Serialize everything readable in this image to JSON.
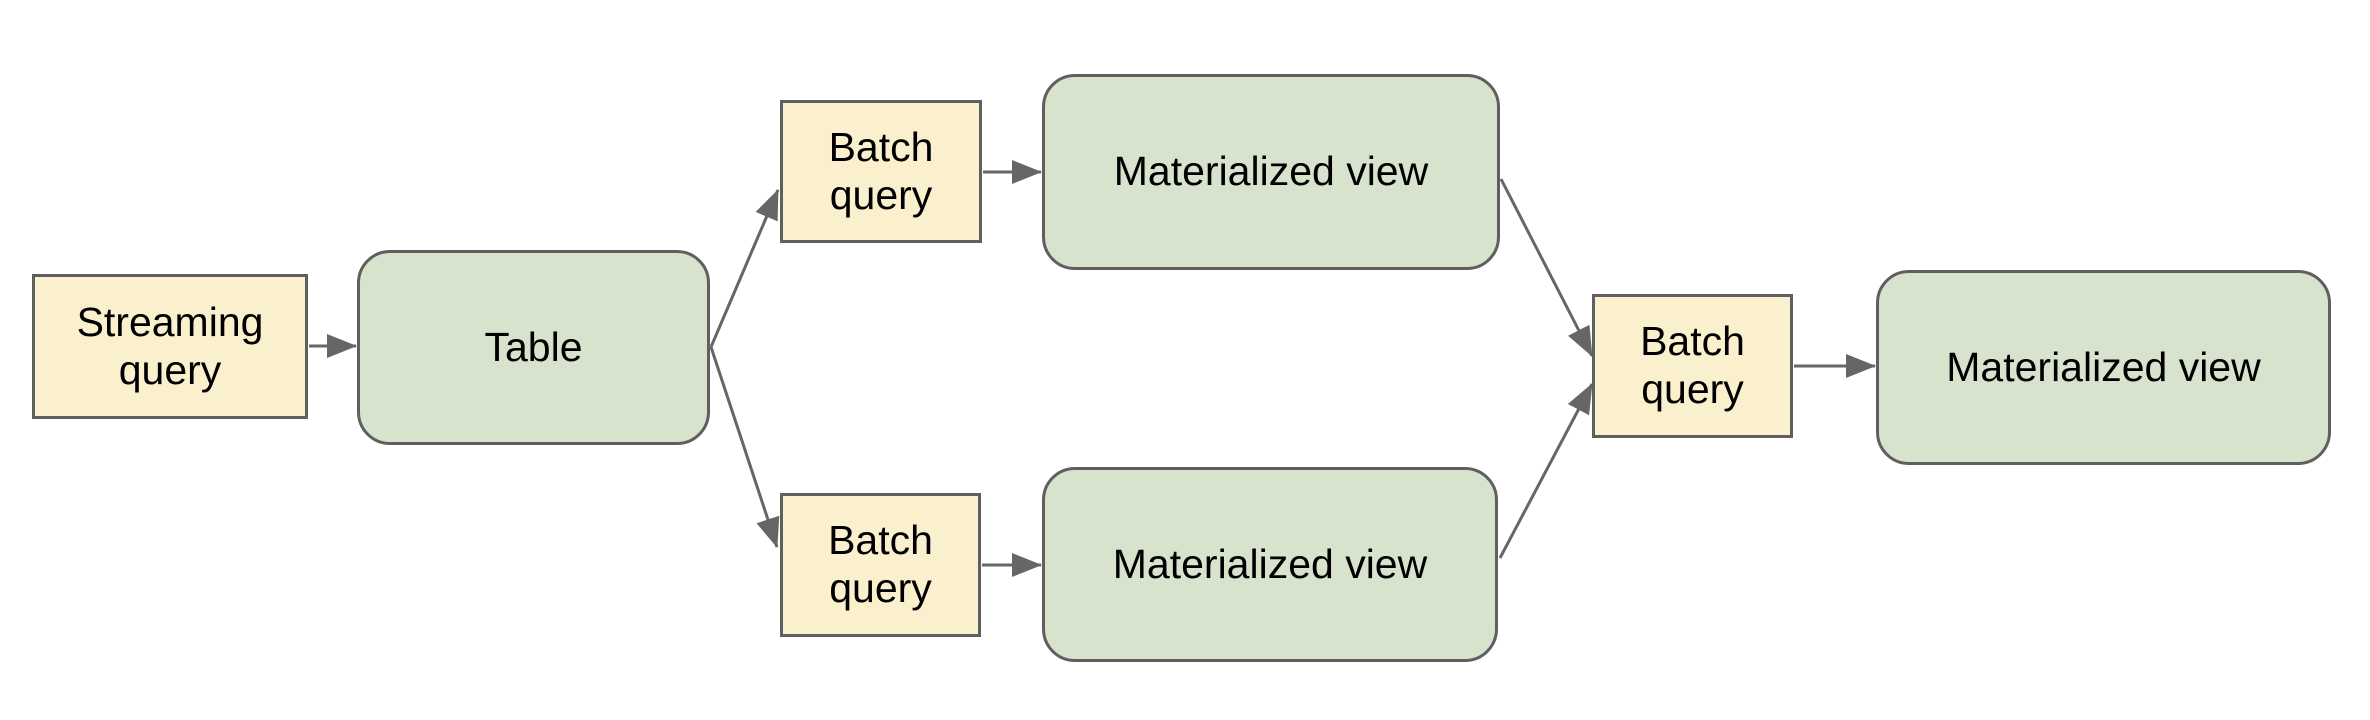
{
  "diagram": {
    "type": "flow-diagram",
    "background": "#ffffff",
    "nodes": {
      "streaming_query": {
        "label": "Streaming\nquery",
        "shape": "rectangle",
        "kind": "query"
      },
      "table": {
        "label": "Table",
        "shape": "rounded-rectangle",
        "kind": "store"
      },
      "batch_query_top": {
        "label": "Batch\nquery",
        "shape": "rectangle",
        "kind": "query"
      },
      "materialized_view_top": {
        "label": "Materialized view",
        "shape": "rounded-rectangle",
        "kind": "store"
      },
      "batch_query_bottom": {
        "label": "Batch\nquery",
        "shape": "rectangle",
        "kind": "query"
      },
      "materialized_view_bottom": {
        "label": "Materialized view",
        "shape": "rounded-rectangle",
        "kind": "store"
      },
      "batch_query_right": {
        "label": "Batch\nquery",
        "shape": "rectangle",
        "kind": "query"
      },
      "materialized_view_right": {
        "label": "Materialized view",
        "shape": "rounded-rectangle",
        "kind": "store"
      }
    },
    "edges": [
      {
        "from": "streaming_query",
        "to": "table"
      },
      {
        "from": "table",
        "to": "batch_query_top"
      },
      {
        "from": "table",
        "to": "batch_query_bottom"
      },
      {
        "from": "batch_query_top",
        "to": "materialized_view_top"
      },
      {
        "from": "batch_query_bottom",
        "to": "materialized_view_bottom"
      },
      {
        "from": "materialized_view_top",
        "to": "batch_query_right"
      },
      {
        "from": "materialized_view_bottom",
        "to": "batch_query_right"
      },
      {
        "from": "batch_query_right",
        "to": "materialized_view_right"
      }
    ]
  },
  "colors": {
    "canvas_bg": "#ffffff",
    "query_fill": "#faf0cd",
    "store_fill": "#d8e3ce",
    "border_color": "#5f5f5f",
    "arrow_color": "#666666",
    "text_color": "#000000"
  }
}
